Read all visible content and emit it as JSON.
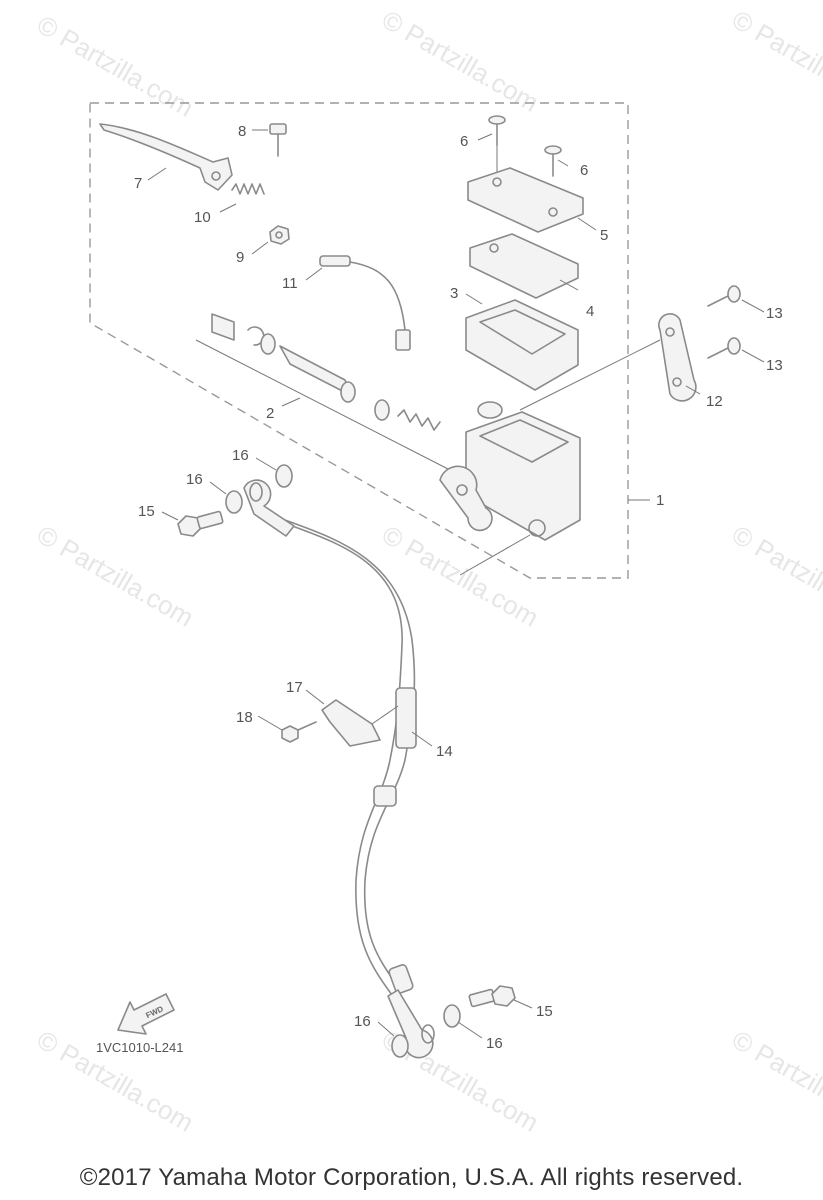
{
  "watermark": "© Partzilla.com",
  "diagram_code": "1VC1010-L241",
  "fwd_label": "FWD",
  "copyright": "©2017 Yamaha Motor Corporation, U.S.A. All rights reserved.",
  "callouts": {
    "c1": "1",
    "c2": "2",
    "c3": "3",
    "c4": "4",
    "c5": "5",
    "c6a": "6",
    "c6b": "6",
    "c7": "7",
    "c8": "8",
    "c9": "9",
    "c10": "10",
    "c11": "11",
    "c12": "12",
    "c13a": "13",
    "c13b": "13",
    "c14": "14",
    "c15a": "15",
    "c15b": "15",
    "c16a": "16",
    "c16b": "16",
    "c16c": "16",
    "c16d": "16",
    "c17": "17",
    "c18": "18"
  }
}
